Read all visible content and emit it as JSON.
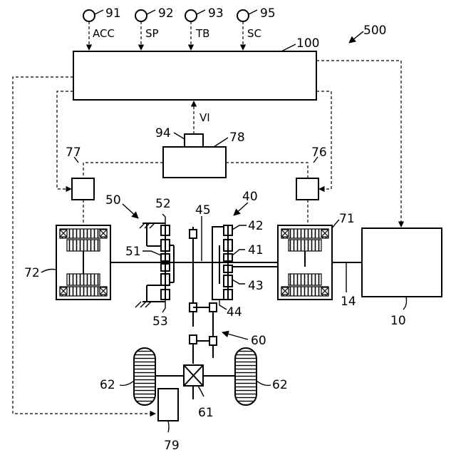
{
  "figure_ref": "500",
  "sensors": [
    {
      "ref": "91",
      "signal": "ACC"
    },
    {
      "ref": "92",
      "signal": "SP"
    },
    {
      "ref": "93",
      "signal": "TB"
    },
    {
      "ref": "95",
      "signal": "SC"
    }
  ],
  "components": {
    "controller": "100",
    "rotation_sensor": "94",
    "inverter_signal": "VI",
    "power_control_unit": "78",
    "inverter_left": "77",
    "inverter_right": "76",
    "planetary_left": "50",
    "ring_gear_left": "52",
    "sun_gear_left": "51",
    "carrier_left": "53",
    "output_shaft": "45",
    "planetary_right": "40",
    "ring_gear_right": "42",
    "sun_gear_right": "41",
    "carrier_right": "43",
    "output_gear": "44",
    "motor_generator_right": "71",
    "motor_generator_left": "72",
    "engine": "10",
    "engine_shaft": "14",
    "reduction_gear": "60",
    "differential": "61",
    "wheel_left": "62",
    "wheel_right": "62",
    "battery": "79"
  },
  "colors": {
    "line": "#000000",
    "background": "#ffffff"
  }
}
